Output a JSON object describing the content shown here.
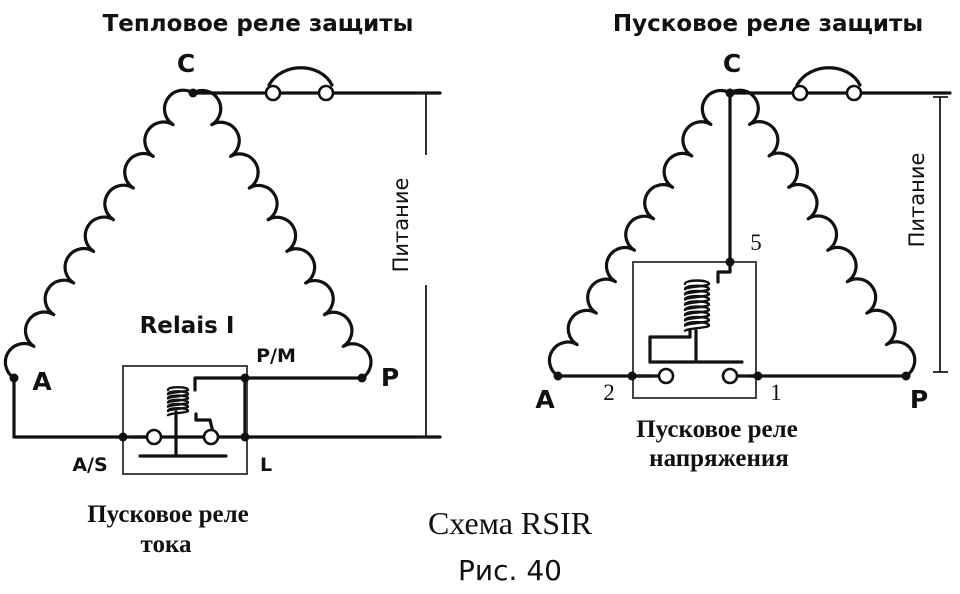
{
  "left_diagram": {
    "title": "Тепловое реле защиты",
    "node_c": "C",
    "node_a": "A",
    "node_p": "P",
    "power_label": "Питание",
    "relay_label": "Relais I",
    "terminal_pm": "P/M",
    "terminal_as": "A/S",
    "terminal_l": "L",
    "caption_line1": "Пусковое реле",
    "caption_line2": "тока"
  },
  "right_diagram": {
    "title": "Пусковое реле защиты",
    "node_c": "C",
    "node_a": "A",
    "node_p": "P",
    "power_label": "Питание",
    "terminal_5": "5",
    "terminal_2": "2",
    "terminal_1": "1",
    "caption_line1": "Пусковое реле",
    "caption_line2": "напряжения"
  },
  "figure": {
    "scheme_title": "Схема RSIR",
    "figure_number": "Рис. 40"
  },
  "colors": {
    "ink": "#111111",
    "background": "#ffffff"
  }
}
